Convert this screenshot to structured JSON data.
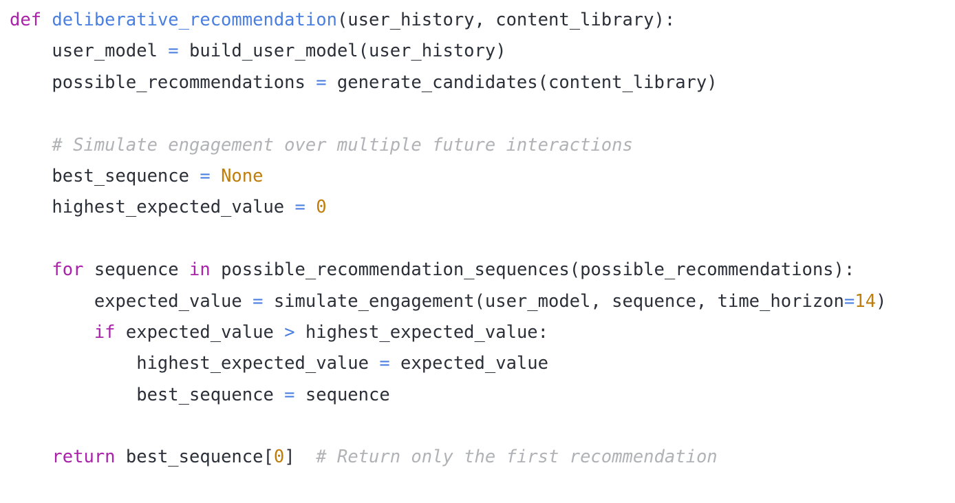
{
  "editor": {
    "language": "python",
    "background_color": "#ffffff",
    "font_family_kind": "monospace",
    "theme_colors": {
      "keyword": "#aa22aa",
      "function_name": "#4a7fe0",
      "operator": "#4a7fe0",
      "literal_number": "#bf7e0c",
      "literal_constant": "#bf7e0c",
      "comment": "#b0b2b6",
      "plain_text": "#2b2f38"
    }
  },
  "code": {
    "lines": [
      {
        "index": 0,
        "indent": "",
        "text": "def deliberative_recommendation(user_history, content_library):",
        "tokens": [
          {
            "t": "def",
            "k": "keyword"
          },
          {
            "t": " ",
            "k": "plain"
          },
          {
            "t": "deliberative_recommendation",
            "k": "funcname"
          },
          {
            "t": "(user_history, content_library):",
            "k": "plain"
          }
        ]
      },
      {
        "index": 1,
        "indent": "    ",
        "text": "    user_model = build_user_model(user_history)",
        "tokens": [
          {
            "t": "    user_model ",
            "k": "plain"
          },
          {
            "t": "=",
            "k": "operator"
          },
          {
            "t": " build_user_model(user_history)",
            "k": "plain"
          }
        ]
      },
      {
        "index": 2,
        "indent": "    ",
        "text": "    possible_recommendations = generate_candidates(content_library)",
        "tokens": [
          {
            "t": "    possible_recommendations ",
            "k": "plain"
          },
          {
            "t": "=",
            "k": "operator"
          },
          {
            "t": " generate_candidates(content_library)",
            "k": "plain"
          }
        ]
      },
      {
        "index": 3,
        "indent": "",
        "text": "",
        "tokens": []
      },
      {
        "index": 4,
        "indent": "    ",
        "text": "    # Simulate engagement over multiple future interactions",
        "tokens": [
          {
            "t": "    ",
            "k": "plain"
          },
          {
            "t": "# Simulate engagement over multiple future interactions",
            "k": "comment"
          }
        ]
      },
      {
        "index": 5,
        "indent": "    ",
        "text": "    best_sequence = None",
        "tokens": [
          {
            "t": "    best_sequence ",
            "k": "plain"
          },
          {
            "t": "=",
            "k": "operator"
          },
          {
            "t": " ",
            "k": "plain"
          },
          {
            "t": "None",
            "k": "literal"
          }
        ]
      },
      {
        "index": 6,
        "indent": "    ",
        "text": "    highest_expected_value = 0",
        "tokens": [
          {
            "t": "    highest_expected_value ",
            "k": "plain"
          },
          {
            "t": "=",
            "k": "operator"
          },
          {
            "t": " ",
            "k": "plain"
          },
          {
            "t": "0",
            "k": "literal"
          }
        ]
      },
      {
        "index": 7,
        "indent": "",
        "text": "",
        "tokens": []
      },
      {
        "index": 8,
        "indent": "    ",
        "text": "    for sequence in possible_recommendation_sequences(possible_recommendations):",
        "tokens": [
          {
            "t": "    ",
            "k": "plain"
          },
          {
            "t": "for",
            "k": "keyword"
          },
          {
            "t": " sequence ",
            "k": "plain"
          },
          {
            "t": "in",
            "k": "keyword"
          },
          {
            "t": " possible_recommendation_sequences(possible_recommendations):",
            "k": "plain"
          }
        ]
      },
      {
        "index": 9,
        "indent": "        ",
        "text": "        expected_value = simulate_engagement(user_model, sequence, time_horizon=14)",
        "tokens": [
          {
            "t": "        expected_value ",
            "k": "plain"
          },
          {
            "t": "=",
            "k": "operator"
          },
          {
            "t": " simulate_engagement(user_model, sequence, time_horizon",
            "k": "plain"
          },
          {
            "t": "=",
            "k": "operator"
          },
          {
            "t": "14",
            "k": "literal"
          },
          {
            "t": ")",
            "k": "plain"
          }
        ]
      },
      {
        "index": 10,
        "indent": "        ",
        "text": "        if expected_value > highest_expected_value:",
        "tokens": [
          {
            "t": "        ",
            "k": "plain"
          },
          {
            "t": "if",
            "k": "keyword"
          },
          {
            "t": " expected_value ",
            "k": "plain"
          },
          {
            "t": ">",
            "k": "operator"
          },
          {
            "t": " highest_expected_value:",
            "k": "plain"
          }
        ]
      },
      {
        "index": 11,
        "indent": "            ",
        "text": "            highest_expected_value = expected_value",
        "tokens": [
          {
            "t": "            highest_expected_value ",
            "k": "plain"
          },
          {
            "t": "=",
            "k": "operator"
          },
          {
            "t": " expected_value",
            "k": "plain"
          }
        ]
      },
      {
        "index": 12,
        "indent": "            ",
        "text": "            best_sequence = sequence",
        "tokens": [
          {
            "t": "            best_sequence ",
            "k": "plain"
          },
          {
            "t": "=",
            "k": "operator"
          },
          {
            "t": " sequence",
            "k": "plain"
          }
        ]
      },
      {
        "index": 13,
        "indent": "",
        "text": "",
        "tokens": []
      },
      {
        "index": 14,
        "indent": "    ",
        "text": "    return best_sequence[0]  # Return only the first recommendation",
        "tokens": [
          {
            "t": "    ",
            "k": "plain"
          },
          {
            "t": "return",
            "k": "keyword"
          },
          {
            "t": " best_sequence[",
            "k": "plain"
          },
          {
            "t": "0",
            "k": "literal"
          },
          {
            "t": "]  ",
            "k": "plain"
          },
          {
            "t": "# Return only the first recommendation",
            "k": "comment"
          }
        ]
      }
    ]
  }
}
